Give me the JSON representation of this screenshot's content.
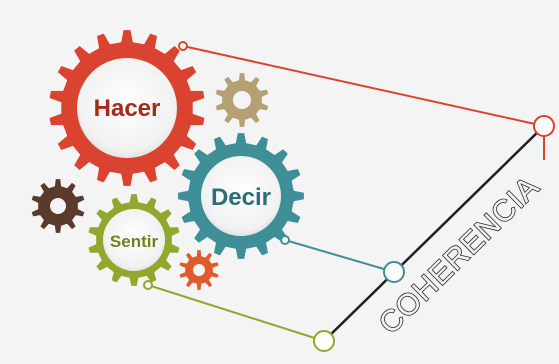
{
  "gears": {
    "hacer": {
      "label": "Hacer",
      "color": "#d9432f",
      "text_color": "#a8281a"
    },
    "decir": {
      "label": "Decir",
      "color": "#3e8f97",
      "text_color": "#2d6e76"
    },
    "sentir": {
      "label": "Sentir",
      "color": "#8fa82d",
      "text_color": "#6f8221"
    },
    "small_tan": {
      "color": "#b4a173"
    },
    "small_brown": {
      "color": "#5a3a2a"
    },
    "small_orange": {
      "color": "#df5a2c"
    }
  },
  "band": {
    "label": "COHERENCIA",
    "line_color": "#1f1f1f"
  },
  "connectors": {
    "hacer_color": "#d9432f",
    "decir_color": "#3e8f97",
    "sentir_color": "#8fa82d"
  }
}
